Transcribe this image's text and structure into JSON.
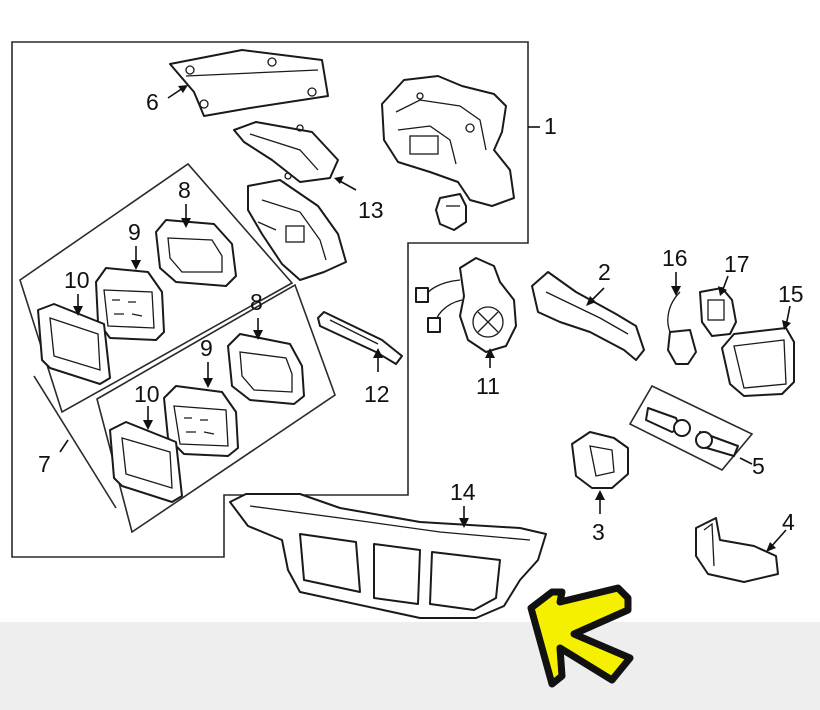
{
  "callouts": {
    "c1": "1",
    "c2": "2",
    "c3": "3",
    "c4": "4",
    "c5": "5",
    "c6": "6",
    "c7": "7",
    "c8a": "8",
    "c8b": "8",
    "c9a": "9",
    "c9b": "9",
    "c10a": "10",
    "c10b": "10",
    "c11": "11",
    "c12": "12",
    "c13": "13",
    "c14": "14",
    "c15": "15",
    "c16": "16",
    "c17": "17"
  },
  "colors": {
    "line": "#1a1a1a",
    "background": "#ffffff",
    "strip": "#eeeeee",
    "pointer_fill": "#f5f000",
    "pointer_stroke": "#111111"
  },
  "pointer": {
    "icon": "yellow-arrow-icon"
  }
}
